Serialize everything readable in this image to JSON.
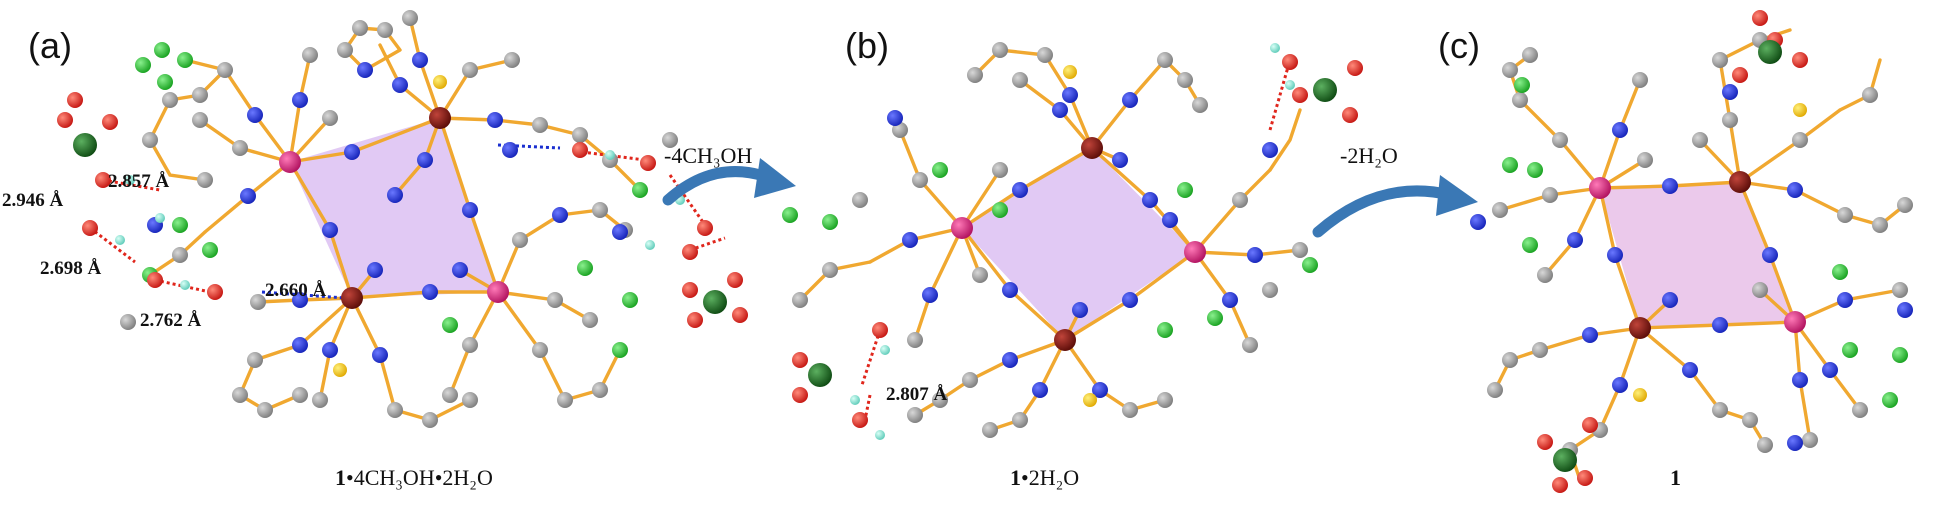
{
  "panels": [
    {
      "id": "a",
      "label": "(a)",
      "caption": {
        "bold": "1",
        "rest": "•4CH₃OH•2H₂O"
      },
      "distances": [
        "2.857 Å",
        "2.946 Å",
        "2.698 Å",
        "2.762 Å",
        "2.660 Å"
      ]
    },
    {
      "id": "b",
      "label": "(b)",
      "caption": {
        "bold": "1",
        "rest": "•2H₂O"
      },
      "distances": [
        "2.807 Å"
      ]
    },
    {
      "id": "c",
      "label": "(c)",
      "caption": {
        "bold": "1",
        "rest": ""
      },
      "distances": []
    }
  ],
  "arrows": [
    {
      "label": "-4CH₃OH"
    },
    {
      "label": "-2H₂O"
    }
  ],
  "colors": {
    "bond": "#f0a830",
    "carbon": "#8e8e8e",
    "nitrogen": "#1f2fd6",
    "fluorine_chlorine": "#22c02a",
    "oxygen": "#e0261c",
    "metal_pink": "#d81b78",
    "metal_darkred": "#7a1410",
    "boron_yellow": "#f2c400",
    "phosphorus": "#1e6e22",
    "hbond_red": "#e0261c",
    "hbond_blue": "#1a2fd0",
    "hydrogen": "#7fe0d0",
    "core_fill": "#d9b8f0",
    "arrow": "#3a78b5"
  }
}
